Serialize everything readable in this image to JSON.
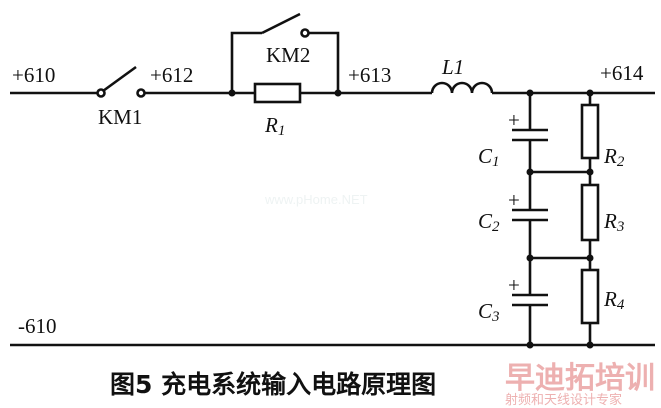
{
  "nodes": {
    "n610": "+610",
    "n612": "+612",
    "n613": "+613",
    "n614": "+614",
    "neg610": "-610"
  },
  "components": {
    "km1": "KM1",
    "km2": "KM2",
    "r1": "R",
    "r1_sub": "1",
    "l1": "L1",
    "c1": "C",
    "c1_sub": "1",
    "c2": "C",
    "c2_sub": "2",
    "c3": "C",
    "c3_sub": "3",
    "r2": "R",
    "r2_sub": "2",
    "r3": "R",
    "r3_sub": "3",
    "r4": "R",
    "r4_sub": "4",
    "plus": "+"
  },
  "caption": "图5  充电系统输入电路原理图",
  "watermark": {
    "main": "早迪拓培训",
    "sub": "射频和天线设计专家",
    "url": "www.pHome.NET"
  }
}
